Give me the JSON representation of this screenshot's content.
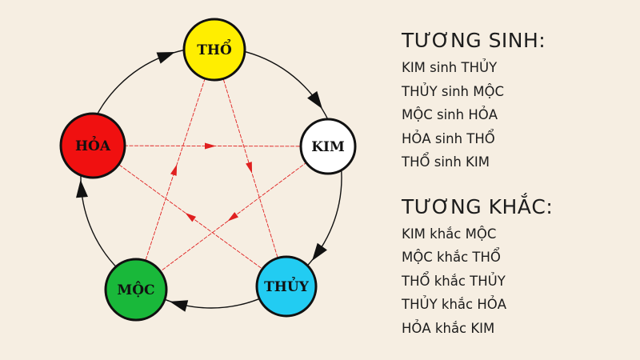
{
  "nodes": [
    {
      "id": "tho",
      "label": "THỔ",
      "color": "#ffee00"
    },
    {
      "id": "kim",
      "label": "KIM",
      "color": "#ffffff"
    },
    {
      "id": "thuy",
      "label": "THỦY",
      "color": "#22ccf2"
    },
    {
      "id": "moc",
      "label": "MỘC",
      "color": "#19b83a"
    },
    {
      "id": "hoa",
      "label": "HỎA",
      "color": "#f01010"
    }
  ],
  "sinh_cycle": [
    [
      "tho",
      "kim"
    ],
    [
      "kim",
      "thuy"
    ],
    [
      "thuy",
      "moc"
    ],
    [
      "moc",
      "hoa"
    ],
    [
      "hoa",
      "tho"
    ]
  ],
  "khac_cycle": [
    [
      "tho",
      "thuy"
    ],
    [
      "thuy",
      "hoa"
    ],
    [
      "hoa",
      "kim"
    ],
    [
      "kim",
      "moc"
    ],
    [
      "moc",
      "tho"
    ]
  ],
  "colors": {
    "sinh_arrow": "#111111",
    "khac_arrow": "#e02020",
    "background": "#f6eee2"
  },
  "tuong_sinh": {
    "title": "TƯƠNG SINH:",
    "items": [
      "KIM sinh THỦY",
      "THỦY sinh MỘC",
      "MỘC sinh HỎA",
      "HỎA sinh THỔ",
      "THỔ sinh KIM"
    ]
  },
  "tuong_khac": {
    "title": "TƯƠNG KHẮC:",
    "items": [
      "KIM khắc MỘC",
      "MỘC khắc THỔ",
      "THỔ khắc THỦY",
      "THỦY khắc HỎA",
      "HỎA khắc KIM"
    ]
  }
}
